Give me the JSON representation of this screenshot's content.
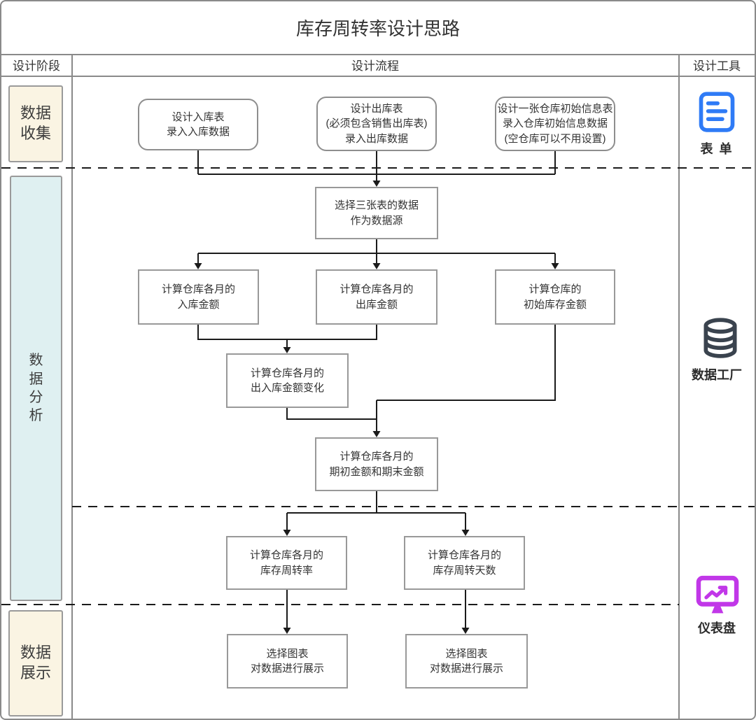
{
  "title": "库存周转率设计思路",
  "header": {
    "stage_col": "设计阶段",
    "flow_col": "设计流程",
    "tools_col": "设计工具"
  },
  "stages": [
    {
      "name": "数据收集",
      "lines": [
        "数据",
        "收集"
      ]
    },
    {
      "name": "数据分析",
      "chars": [
        "数",
        "据",
        "分",
        "析"
      ]
    },
    {
      "name": "数据展示",
      "lines": [
        "数据",
        "展示"
      ]
    }
  ],
  "tools": [
    {
      "label": "表 单",
      "icon": "form-icon",
      "color": "#2F7BF6"
    },
    {
      "label": "数据工厂",
      "icon": "database-icon",
      "color": "#3A434E"
    },
    {
      "label": "仪表盘",
      "icon": "dashboard-icon",
      "color": "#C137E8"
    }
  ],
  "flow": {
    "design_inbound": {
      "lines": [
        "设计入库表",
        "录入入库数据"
      ]
    },
    "design_outbound": {
      "lines": [
        "设计出库表",
        "(必须包含销售出库表)",
        "录入出库数据"
      ]
    },
    "design_initial": {
      "lines": [
        "设计一张仓库初始信息表",
        "录入仓库初始信息数据",
        "(空仓库可以不用设置)"
      ]
    },
    "select_source": {
      "lines": [
        "选择三张表的数据",
        "作为数据源"
      ]
    },
    "calc_inbound": {
      "lines": [
        "计算仓库各月的",
        "入库金额"
      ]
    },
    "calc_outbound": {
      "lines": [
        "计算仓库各月的",
        "出库金额"
      ]
    },
    "calc_initial": {
      "lines": [
        "计算仓库的",
        "初始库存金额"
      ]
    },
    "calc_change": {
      "lines": [
        "计算仓库各月的",
        "出入库金额变化"
      ]
    },
    "calc_period": {
      "lines": [
        "计算仓库各月的",
        "期初金额和期末金额"
      ]
    },
    "calc_rate": {
      "lines": [
        "计算仓库各月的",
        "库存周转率"
      ]
    },
    "calc_days": {
      "lines": [
        "计算仓库各月的",
        "库存周转天数"
      ]
    },
    "show_rate": {
      "lines": [
        "选择图表",
        "对数据进行展示"
      ]
    },
    "show_days": {
      "lines": [
        "选择图表",
        "对数据进行展示"
      ]
    }
  },
  "colors": {
    "form_tool": "#2F7BF6",
    "data_factory_tool": "#3A434E",
    "dashboard_tool": "#C137E8",
    "stage_collect_bg": "#FAF4E3",
    "stage_analyze_bg": "#DFF0F1",
    "stage_display_bg": "#FAF4E3",
    "grid_line": "#8A8A8A",
    "connector_line": "#1B1B1B"
  }
}
